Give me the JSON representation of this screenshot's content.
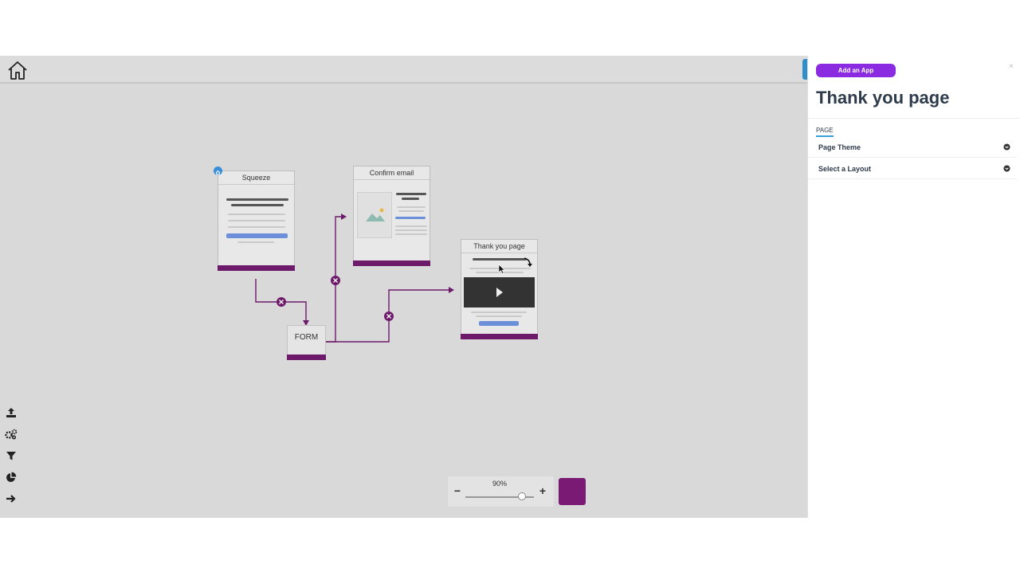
{
  "canvas": {
    "pages": [
      {
        "title": "Squeeze"
      },
      {
        "title": "Confirm email"
      },
      {
        "title": "Thank you page"
      }
    ],
    "form_node": {
      "label": "FORM"
    },
    "accent_color": "#6e1a6b"
  },
  "toolbar": {
    "tools": [
      "upload-icon",
      "settings-icon",
      "filter-icon",
      "pie-chart-icon",
      "arrow-right-icon"
    ]
  },
  "zoom": {
    "label": "90%",
    "minus": "−",
    "plus": "+",
    "level": 0.9
  },
  "color_swatch": "#7a1a74",
  "panel": {
    "add_app_label": "Add an App",
    "close_label": "×",
    "title": "Thank you page",
    "section_label": "PAGE",
    "rows": [
      {
        "label": "Page Theme"
      },
      {
        "label": "Select a Layout"
      }
    ]
  }
}
